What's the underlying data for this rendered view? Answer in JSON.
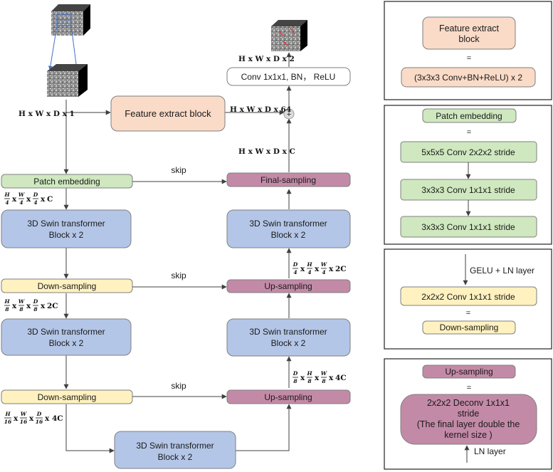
{
  "colors": {
    "peach": "#fadbc8",
    "green": "#cfe8bf",
    "blue": "#b4c6e7",
    "yellow": "#fff2c0",
    "purple": "#c38aa7",
    "outline": "#7f7f7f",
    "arrow": "#404040"
  },
  "main": {
    "feature_extract": "Feature extract block",
    "conv_bn_relu": "Conv 1x1x1, BN， ReLU",
    "patch_embedding": "Patch embedding",
    "final_sampling": "Final-sampling",
    "swin_line1": "3D Swin transformer",
    "swin_line2": "Block x 2",
    "down_sampling": "Down-sampling",
    "up_sampling": "Up-sampling",
    "skip": "skip"
  },
  "dims": {
    "input": "H x W x D x 1",
    "feature_out": "H x W x D x 64",
    "output": "H x W x D x 2",
    "final_in": "H x W x D x C",
    "patch_out": {
      "f1": [
        "H",
        "4"
      ],
      "f2": [
        "W",
        "4"
      ],
      "f3": [
        "D",
        "4"
      ],
      "tail": "C"
    },
    "down1_out": {
      "f1": [
        "H",
        "8"
      ],
      "f2": [
        "W",
        "8"
      ],
      "f3": [
        "D",
        "8"
      ],
      "tail": "2C"
    },
    "down2_out": {
      "f1": [
        "H",
        "16"
      ],
      "f2": [
        "W",
        "16"
      ],
      "f3": [
        "D",
        "16"
      ],
      "tail": "4C"
    },
    "up_top_in": {
      "f1": [
        "D",
        "4"
      ],
      "f2": [
        "H",
        "4"
      ],
      "f3": [
        "W",
        "4"
      ],
      "tail": "2C"
    },
    "up_bottom_in": {
      "f1": [
        "D",
        "8"
      ],
      "f2": [
        "H",
        "8"
      ],
      "f3": [
        "W",
        "8"
      ],
      "tail": "4C"
    }
  },
  "legend": {
    "feature": {
      "box": "Feature extract\nblock",
      "equals": "=",
      "detail": "(3x3x3 Conv+BN+ReLU) x 2"
    },
    "patch": {
      "box": "Patch embedding",
      "equals": "=",
      "steps": [
        "5x5x5 Conv 2x2x2 stride",
        "3x3x3 Conv 1x1x1 stride",
        "3x3x3 Conv 1x1x1 stride"
      ]
    },
    "down": {
      "pre": "GELU + LN layer",
      "conv": "2x2x2 Conv  1x1x1 stride",
      "equals": "=",
      "box": "Down-sampling"
    },
    "up": {
      "box": "Up-sampling",
      "equals": "=",
      "detail": "2x2x2 Deconv  1x1x1\nstride\n(The final layer double the\nkernel size )",
      "post": "LN layer"
    }
  }
}
